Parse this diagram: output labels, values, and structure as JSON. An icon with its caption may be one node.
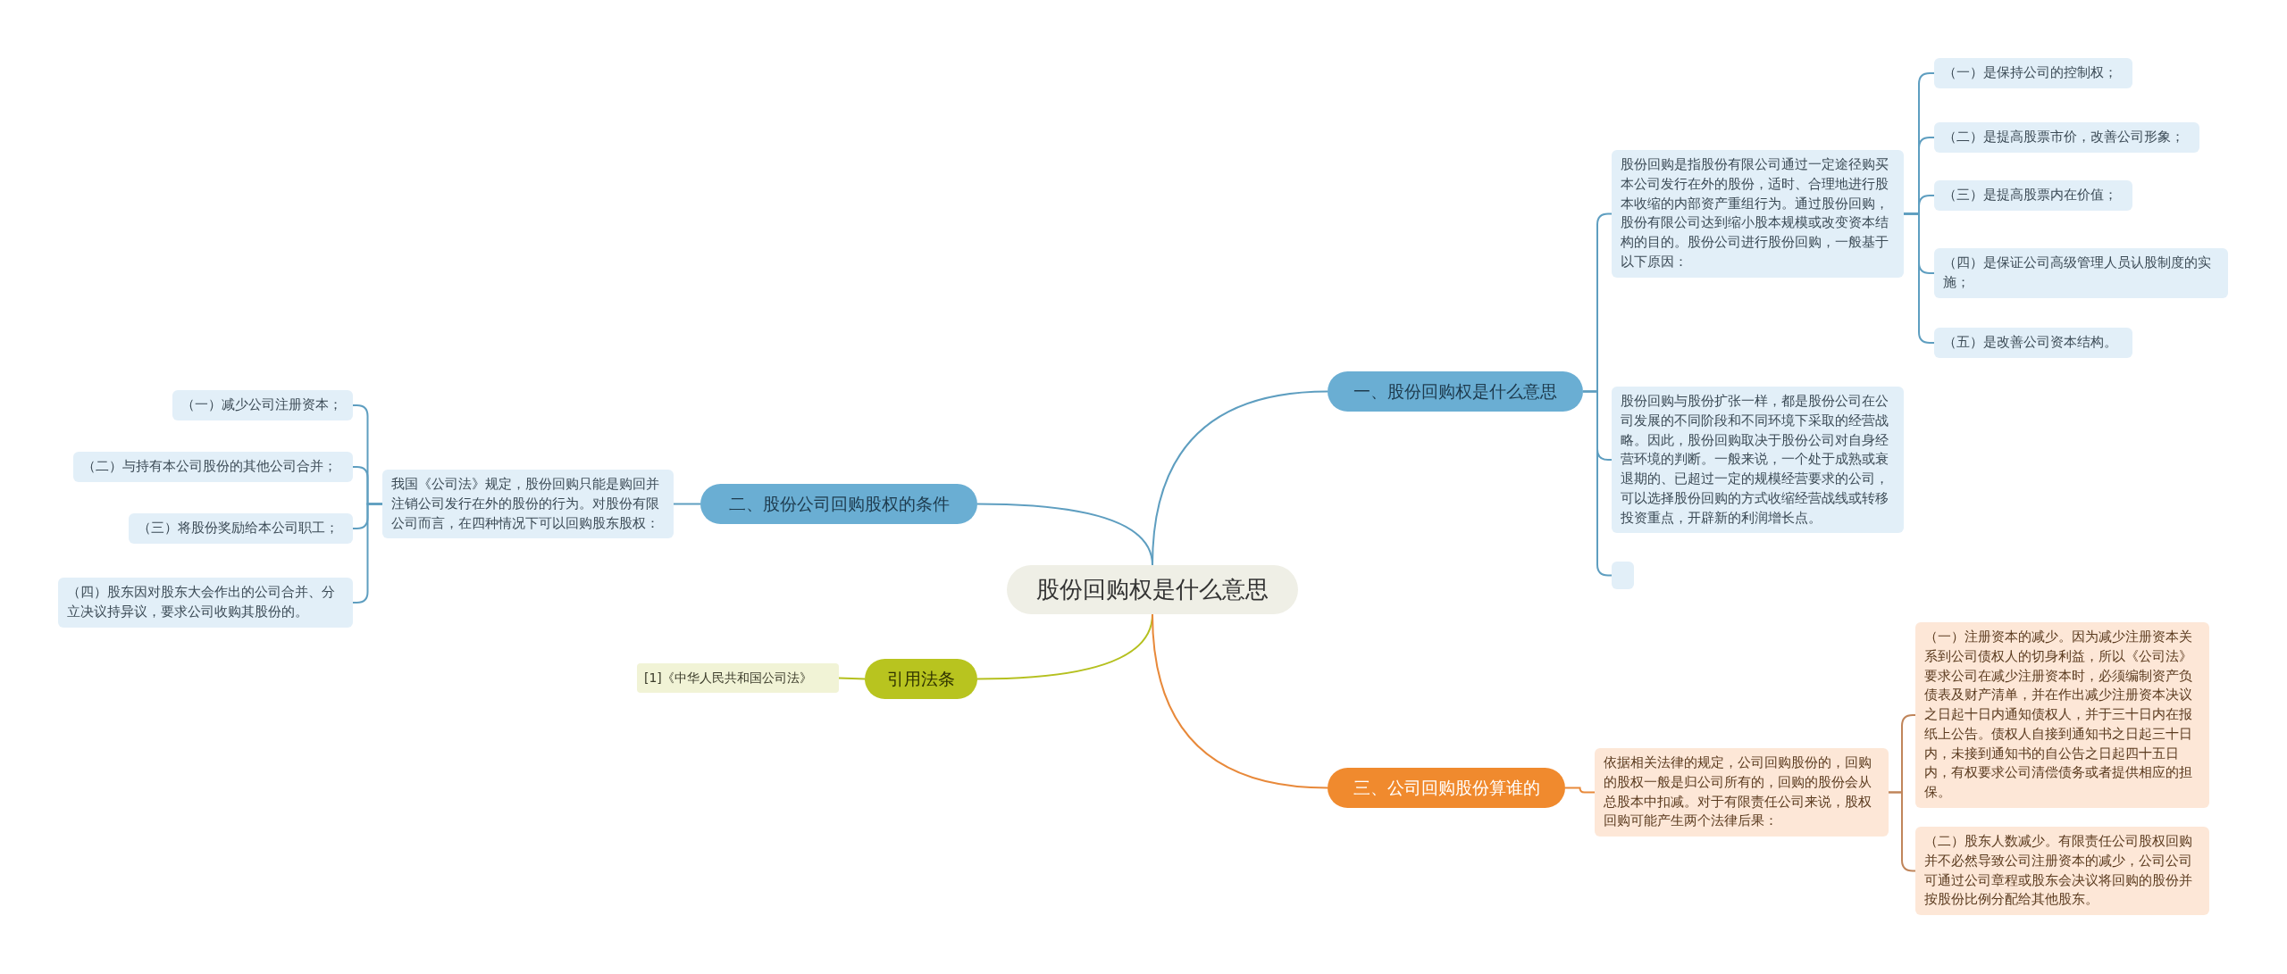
{
  "diagram": {
    "nodes": [
      {
        "text": [
          "股份回购权是什么意思"
        ]
      },
      {
        "text": [
          "一、股份回购权是什么意思"
        ]
      },
      {
        "text": [
          "股份回购是指股份有限公司通过一定途径购买本公司发行在外的股份，适时、合理地进行股本收缩的内部资产重组行为。通过股份回购，股份有限公司达到缩小股本规模或改变资本结构的目的。股份公司进行股份回购，一般基于以下原因："
        ]
      },
      {
        "text": [
          "（一）是保持公司的控制权；"
        ]
      },
      {
        "text": [
          "（二）是提高股票市价，改善公司形象；"
        ]
      },
      {
        "text": [
          "（三）是提高股票内在价值；"
        ]
      },
      {
        "text": [
          "（四）是保证公司高级管理人员认股制度的实施；"
        ]
      },
      {
        "text": [
          "（五）是改善公司资本结构。"
        ]
      },
      {
        "text": [
          "股份回购与股份扩张一样，都是股份公司在公司发展的不同阶段和不同环境下采取的经营战略。因此，股份回购取决于股份公司对自身经营环境的判断。一般来说，一个处于成熟或衰退期的、已超过一定的规模经营要求的公司，可以选择股份回购的方式收缩经营战线或转移投资重点，开辟新的利润增长点。"
        ]
      },
      {
        "text": [],
        "shape": "box"
      },
      {
        "text": [
          "二、股份公司回购股权的条件"
        ]
      },
      {
        "text": [
          "我国《公司法》规定，股份回购只能是购回并注销公司发行在外的股份的行为。对股份有限公司而言，在四种情况下可以回购股东股权："
        ]
      },
      {
        "text": [
          "（一）减少公司注册资本；"
        ]
      },
      {
        "text": [
          "（二）与持有本公司股份的其他公司合并；"
        ]
      },
      {
        "text": [
          "（三）将股份奖励给本公司职工；"
        ]
      },
      {
        "text": [
          "（四）股东因对股东大会作出的公司合并、分立决议持异议，要求公司收购其股份的。"
        ]
      },
      {
        "text": [
          "引用法条"
        ]
      },
      {
        "text": [
          "[1]《中华人民共和国公司法》"
        ]
      },
      {
        "text": [
          "三、公司回购股份算谁的"
        ]
      },
      {
        "text": [
          "依据相关法律的规定，公司回购股份的，回购的股权一般是归公司所有的，回购的股份会从总股本中扣减。对于有限责任公司来说，股权回购可能产生两个法律后果："
        ]
      },
      {
        "text": [
          "（一）注册资本的减少。因为减少注册资本关系到公司债权人的切身利益，所以《公司法》要求公司在减少注册资本时，必须编制资产负债表及财产清单，并在作出减少注册资本决议之日起十日内通知债权人，并于三十日内在报纸上公告。债权人自接到通知书之日起三十日内，未接到通知书的自公告之日起四十五日内，有权要求公司清偿债务或者提供相应的担保。"
        ]
      },
      {
        "text": [
          "（二）股东人数减少。有限责任公司股权回购并不必然导致公司注册资本的减少，公司公司可通过公司章程或股东会决议将回购的股份并按股份比例分配给其他股东。"
        ]
      }
    ],
    "edges": [
      {
        "from": 0,
        "to": 1,
        "arrow": "none"
      },
      {
        "from": 1,
        "to": 2,
        "arrow": "none"
      },
      {
        "from": 2,
        "to": 3,
        "arrow": "none"
      },
      {
        "from": 2,
        "to": 4,
        "arrow": "none"
      },
      {
        "from": 2,
        "to": 5,
        "arrow": "none"
      },
      {
        "from": 2,
        "to": 6,
        "arrow": "none"
      },
      {
        "from": 2,
        "to": 7,
        "arrow": "none"
      },
      {
        "from": 1,
        "to": 8,
        "arrow": "none"
      },
      {
        "from": 1,
        "to": 9,
        "arrow": "none"
      },
      {
        "from": 0,
        "to": 10,
        "arrow": "none"
      },
      {
        "from": 10,
        "to": 11,
        "arrow": "none"
      },
      {
        "from": 11,
        "to": 12,
        "arrow": "none"
      },
      {
        "from": 11,
        "to": 13,
        "arrow": "none"
      },
      {
        "from": 11,
        "to": 14,
        "arrow": "none"
      },
      {
        "from": 11,
        "to": 15,
        "arrow": "none"
      },
      {
        "from": 0,
        "to": 16,
        "arrow": "none",
        "color": "#b5c01f"
      },
      {
        "from": 16,
        "to": 17,
        "arrow": "none",
        "color": "#b5c01f"
      },
      {
        "from": 0,
        "to": 18,
        "arrow": "none",
        "color": "#e8893a"
      },
      {
        "from": 18,
        "to": 19,
        "arrow": "none",
        "color": "#e8893a"
      },
      {
        "from": 19,
        "to": 20,
        "arrow": "none",
        "color": "#c0855a"
      },
      {
        "from": 19,
        "to": 21,
        "arrow": "none",
        "color": "#c0855a"
      }
    ]
  }
}
